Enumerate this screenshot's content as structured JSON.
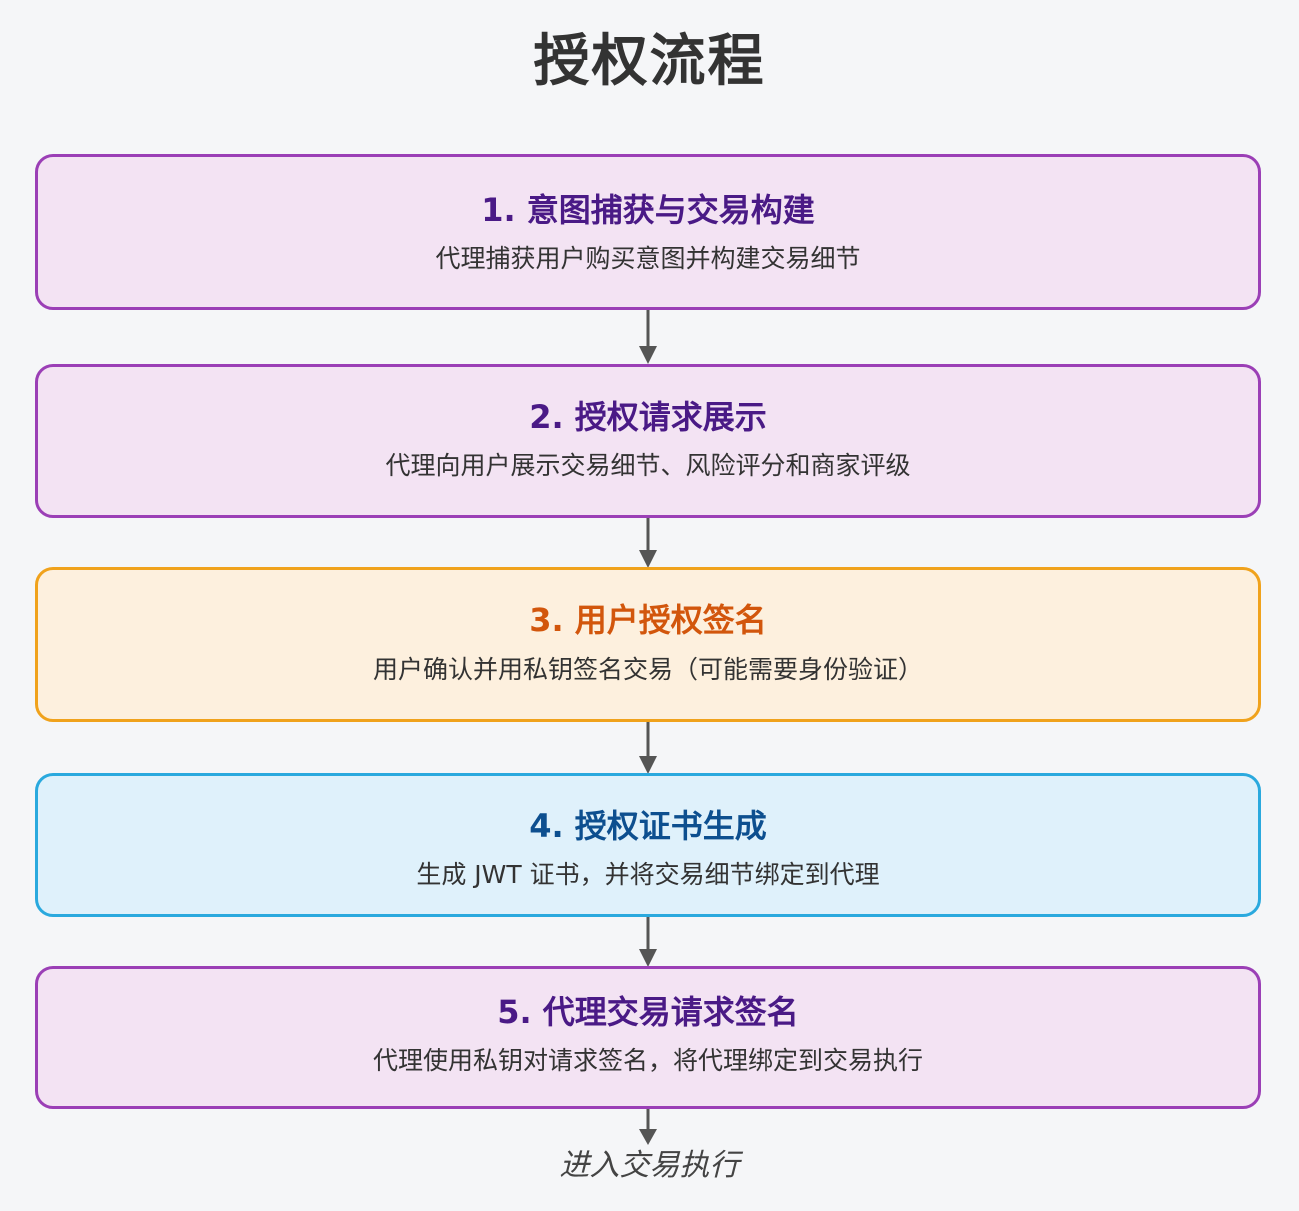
{
  "title": "授权流程",
  "steps": [
    {
      "title": "1. 意图捕获与交易构建",
      "description": "代理捕获用户购买意图并构建交易细节",
      "border_color": "#9b3fb6",
      "fill_color": "#f3e3f3",
      "title_color": "#4a1a86"
    },
    {
      "title": "2. 授权请求展示",
      "description": "代理向用户展示交易细节、风险评分和商家评级",
      "border_color": "#9b3fb6",
      "fill_color": "#f3e3f3",
      "title_color": "#4a1a86"
    },
    {
      "title": "3. 用户授权签名",
      "description": "用户确认并用私钥签名交易（可能需要身份验证）",
      "border_color": "#f0a21c",
      "fill_color": "#fdf0de",
      "title_color": "#d2560c"
    },
    {
      "title": "4. 授权证书生成",
      "description": "生成 JWT 证书，并将交易细节绑定到代理",
      "border_color": "#2aa9de",
      "fill_color": "#dff1fb",
      "title_color": "#0d4f8f"
    },
    {
      "title": "5. 代理交易请求签名",
      "description": "代理使用私钥对请求签名，将代理绑定到交易执行",
      "border_color": "#9b3fb6",
      "fill_color": "#f3e3f3",
      "title_color": "#4a1a86"
    }
  ],
  "footer": "进入交易执行",
  "arrow_color": "#555555"
}
